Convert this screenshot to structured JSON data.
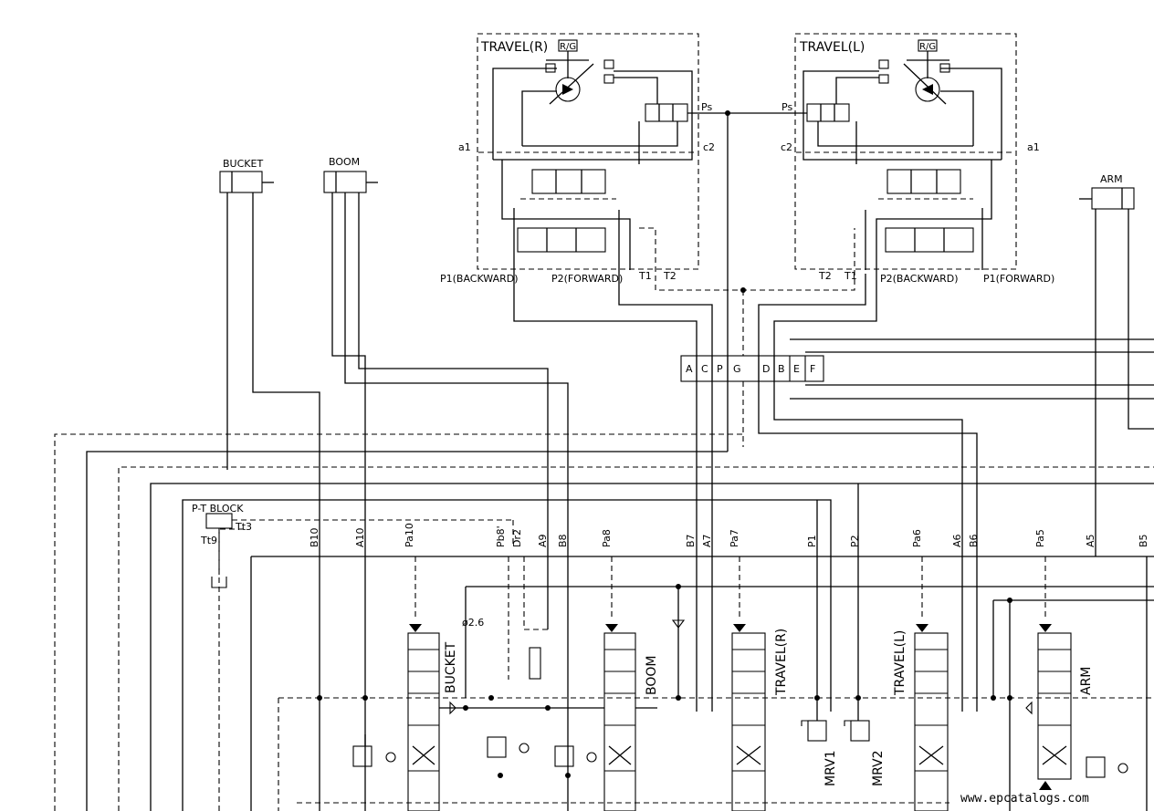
{
  "labels": {
    "travel_r": "TRAVEL(R)",
    "travel_l": "TRAVEL(L)",
    "rg": "R/G",
    "ps": "Ps",
    "a1": "a1",
    "c2": "c2",
    "bucket_cyl": "BUCKET",
    "boom_cyl": "BOOM",
    "arm_cyl": "ARM",
    "p1_backward": "P1(BACKWARD)",
    "p2_forward": "P2(FORWARD)",
    "t1": "T1",
    "t2": "T2",
    "p2_backward": "P2(BACKWARD)",
    "p1_forward": "P1(FORWARD)",
    "pt_block": "P-T BLOCK",
    "tt3": "Tt3",
    "tt9": "Tt9",
    "orifice": "ø2.6",
    "bucket_spool": "BUCKET",
    "boom_spool": "BOOM",
    "travel_r_spool": "TRAVEL(R)",
    "travel_l_spool": "TRAVEL(L)",
    "arm_spool": "ARM",
    "mrv1": "MRV1",
    "mrv2": "MRV2",
    "watermark": "www.epcatalogs.com"
  },
  "swivel_ports": [
    "A",
    "C",
    "P",
    "G",
    "D",
    "B",
    "E",
    "F"
  ],
  "port_labels": [
    "B10",
    "A10",
    "Pa10",
    "Pb8'",
    "Dr2",
    "A9",
    "B8",
    "Pa8",
    "B7",
    "A7",
    "Pa7",
    "P1",
    "P2",
    "Pa6",
    "A6",
    "B6",
    "Pa5",
    "A5",
    "B5"
  ]
}
